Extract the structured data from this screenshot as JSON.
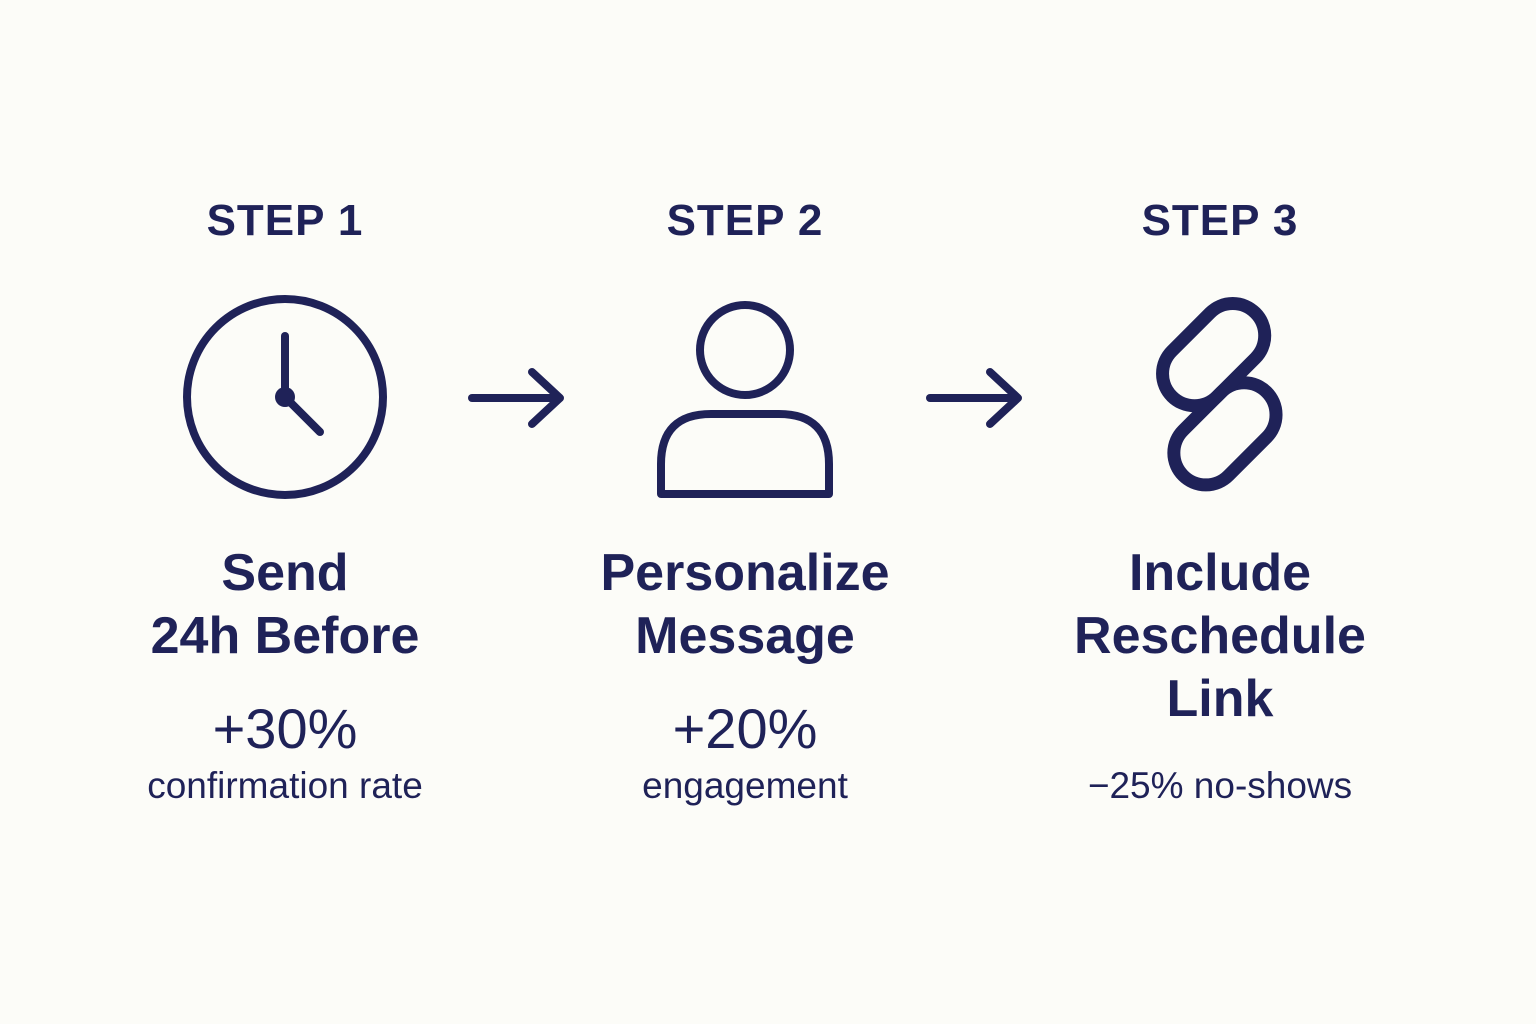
{
  "steps": [
    {
      "label": "STEP 1",
      "icon": "clock-icon",
      "title_lines": [
        "Send",
        "24h Before"
      ],
      "stat": "+30%",
      "note": "confirmation rate"
    },
    {
      "label": "STEP 2",
      "icon": "person-icon",
      "title_lines": [
        "Personalize",
        "Message"
      ],
      "stat": "+20%",
      "note": "engagement"
    },
    {
      "label": "STEP 3",
      "icon": "link-icon",
      "title_lines": [
        "Include",
        "Reschedule",
        "Link"
      ],
      "stat": "",
      "note": "−25% no-shows"
    }
  ],
  "connectors": [
    "arrow-right-icon",
    "arrow-right-icon"
  ],
  "colors": {
    "background": "#fcfcf8",
    "ink": "#1f2258"
  }
}
